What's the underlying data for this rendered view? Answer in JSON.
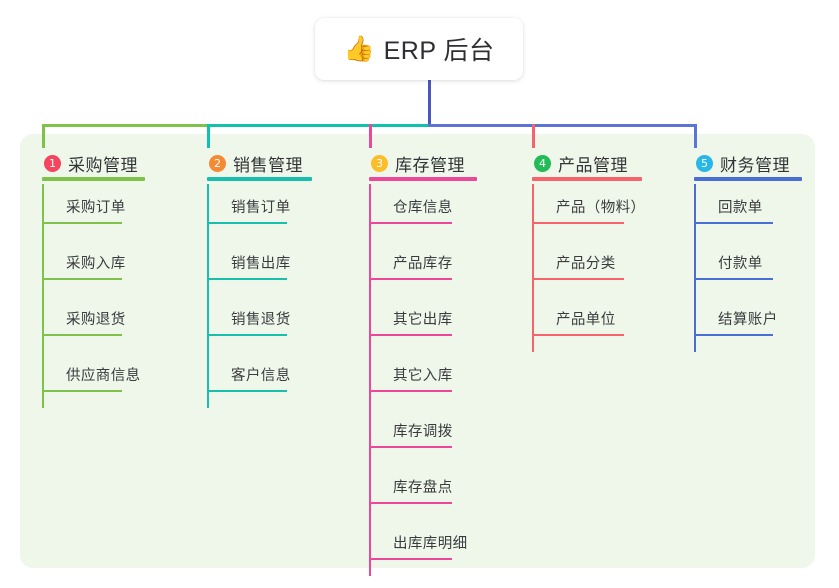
{
  "diagram": {
    "type": "mindmap-tree",
    "root": {
      "emoji": "👍",
      "emoji_name": "thumbs-up-icon",
      "label": "ERP 后台"
    },
    "panel_color": "#eef7e9",
    "branches": [
      {
        "index": "1",
        "title": "采购管理",
        "badge_color": "#f5455f",
        "line_color": "#7ec24a",
        "connector_color": "#7ec24a",
        "items": [
          {
            "label": "采购订单"
          },
          {
            "label": "采购入库"
          },
          {
            "label": "采购退货"
          },
          {
            "label": "供应商信息"
          }
        ]
      },
      {
        "index": "2",
        "title": "销售管理",
        "badge_color": "#f58a34",
        "line_color": "#18bfae",
        "connector_color": "#0fc2ad",
        "items": [
          {
            "label": "销售订单"
          },
          {
            "label": "销售出库"
          },
          {
            "label": "销售退货"
          },
          {
            "label": "客户信息"
          }
        ]
      },
      {
        "index": "3",
        "title": "库存管理",
        "badge_color": "#fbbe28",
        "line_color": "#ec4899",
        "connector_color": "#ec4899",
        "items": [
          {
            "label": "仓库信息"
          },
          {
            "label": "产品库存"
          },
          {
            "label": "其它出库"
          },
          {
            "label": "其它入库"
          },
          {
            "label": "库存调拨"
          },
          {
            "label": "库存盘点"
          },
          {
            "label": "出库库明细"
          }
        ]
      },
      {
        "index": "4",
        "title": "产品管理",
        "badge_color": "#22bb55",
        "line_color": "#f5636b",
        "connector_color": "#f5636b",
        "items": [
          {
            "label": "产品（物料）"
          },
          {
            "label": "产品分类"
          },
          {
            "label": "产品单位"
          }
        ]
      },
      {
        "index": "5",
        "title": "财务管理",
        "badge_color": "#29b6e8",
        "line_color": "#4a6fd4",
        "connector_color": "#5b74d6",
        "items": [
          {
            "label": "回款单"
          },
          {
            "label": "付款单"
          },
          {
            "label": "结算账户"
          }
        ]
      }
    ],
    "connectors": {
      "stem_color": "#4a56c0",
      "bar_left_color": "#7ec24a",
      "bar_mid_color": "#0fc2ad",
      "bar_right_color": "#5b74d6"
    }
  }
}
